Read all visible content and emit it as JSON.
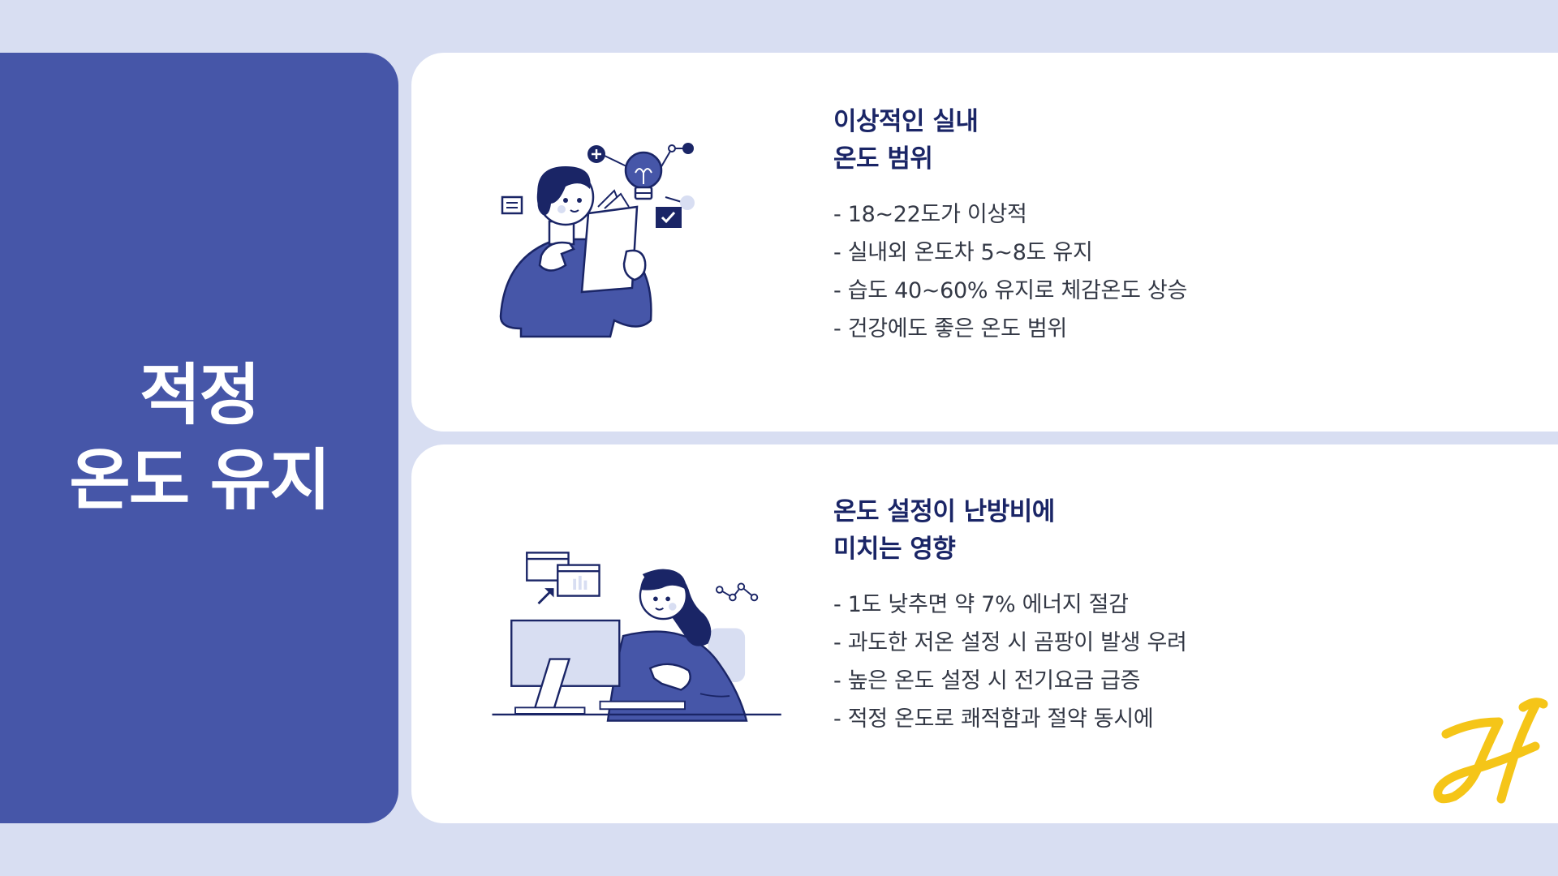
{
  "left": {
    "title_line1": "적정",
    "title_line2": "온도 유지"
  },
  "cards": [
    {
      "title_line1": "이상적인 실내",
      "title_line2": "온도 범위",
      "bullets": [
        "- 18~22도가 이상적",
        "- 실내외 온도차 5~8도 유지",
        "- 습도 40~60% 유지로 체감온도 상승",
        "- 건강에도 좋은 온도 범위"
      ],
      "illustration": "person-reading-idea-illustration"
    },
    {
      "title_line1": "온도 설정이 난방비에",
      "title_line2": "미치는 영향",
      "bullets": [
        "- 1도 낮추면 약 7% 에너지 절감",
        "- 과도한 저온 설정 시 곰팡이 발생 우려",
        "- 높은 온도 설정 시 전기요금 급증",
        "- 적정 온도로 쾌적함과 절약 동시에"
      ],
      "illustration": "person-at-computer-illustration"
    }
  ],
  "colors": {
    "background": "#d8def2",
    "panel": "#4656a8",
    "card": "#ffffff",
    "title": "#1a2566",
    "text": "#333845",
    "logo": "#f5c518"
  },
  "logo": {
    "icon": "h-script-logo"
  }
}
